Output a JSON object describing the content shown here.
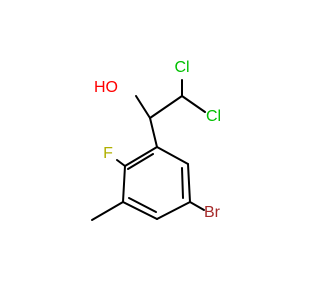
{
  "molecule": {
    "atoms": {
      "oh": "HO",
      "cl_top": "Cl",
      "cl_right": "Cl",
      "f": "F",
      "br": "Br"
    },
    "colors": {
      "bond": "#000000",
      "O": "#ff0000",
      "Cl": "#00c000",
      "F": "#b0b000",
      "Br": "#a52a2a"
    }
  }
}
